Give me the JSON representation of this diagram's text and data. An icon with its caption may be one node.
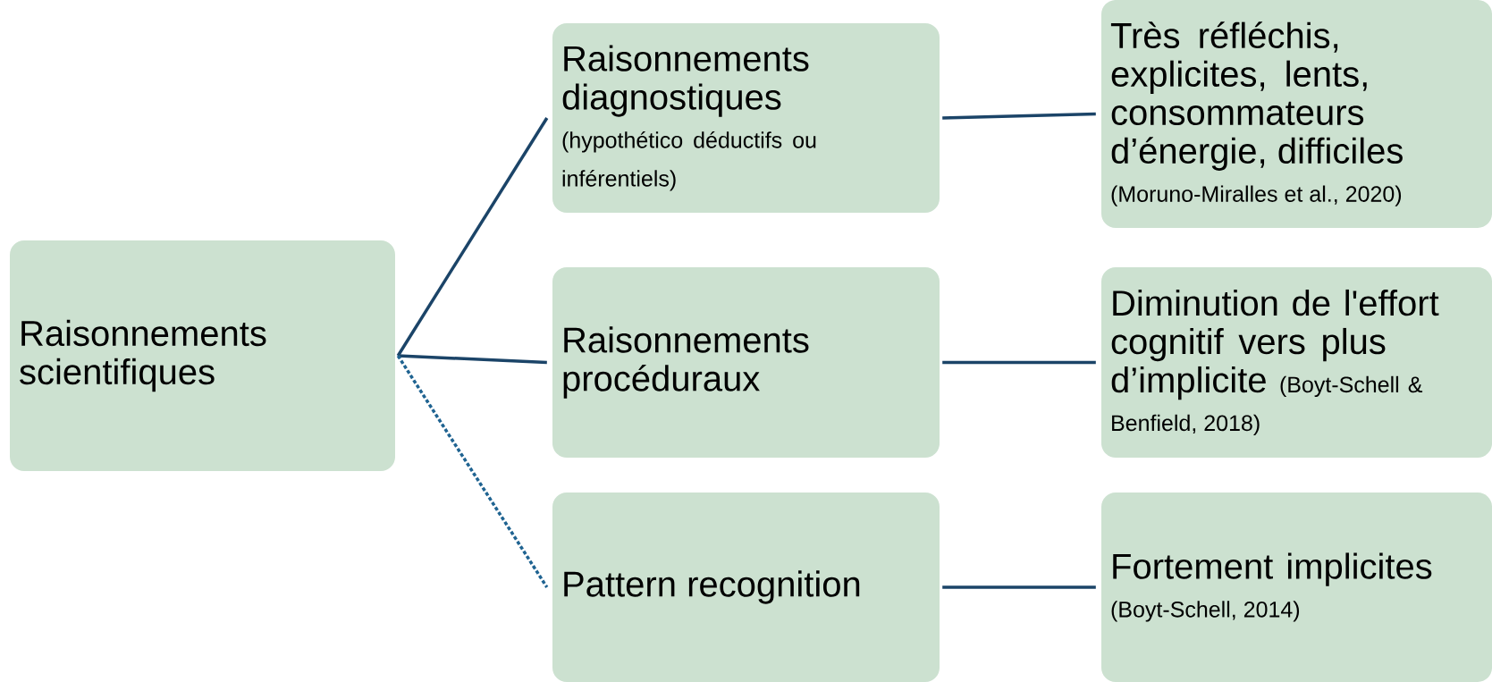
{
  "diagram": {
    "nodes": [
      {
        "text": [
          "Raisonnements scientifiques"
        ]
      },
      {
        "text": [
          "Raisonnements diagnostiques",
          "(hypothético déductifs ou inférentiels)"
        ]
      },
      {
        "text": [
          "Raisonnements procéduraux"
        ]
      },
      {
        "text": [
          "Pattern recognition"
        ]
      },
      {
        "text": [
          "Très réfléchis, explicites, lents, consommateurs d’énergie, difficiles",
          "(Moruno-Miralles et al., 2020)"
        ]
      },
      {
        "text": [
          "Diminution de l'effort cognitif vers plus d’implicite",
          "(Boyt-Schell & Benfield, 2018)"
        ]
      },
      {
        "text": [
          "Fortement implicites",
          "(Boyt-Schell, 2014)"
        ]
      }
    ],
    "edges": [
      {
        "from": 0,
        "to": 1,
        "arrow": "none"
      },
      {
        "from": 0,
        "to": 2,
        "arrow": "none"
      },
      {
        "from": 0,
        "to": 3,
        "arrow": "none",
        "style": "dashed",
        "color": "#1f6391"
      },
      {
        "from": 1,
        "to": 4,
        "arrow": "none"
      },
      {
        "from": 2,
        "to": 5,
        "arrow": "none"
      },
      {
        "from": 3,
        "to": 6,
        "arrow": "none"
      }
    ]
  }
}
